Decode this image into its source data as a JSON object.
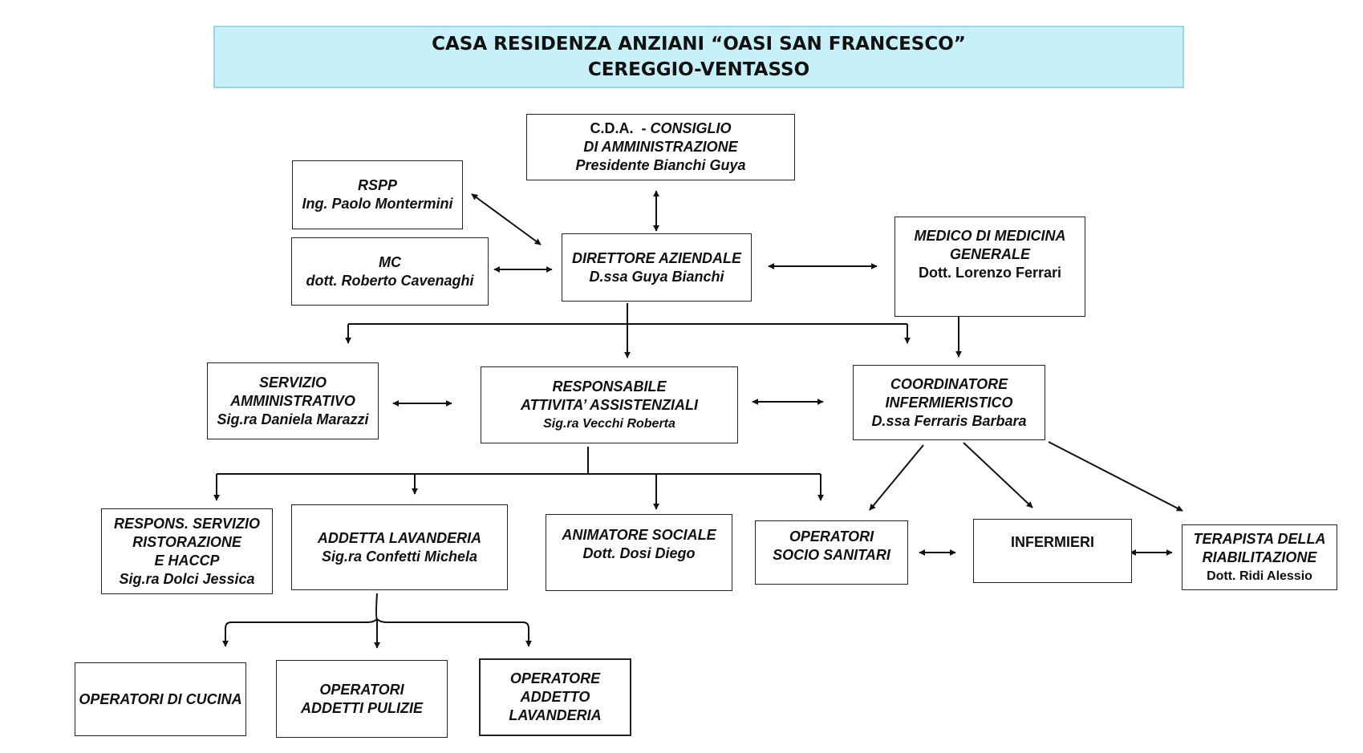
{
  "header": {
    "line1": "CASA RESIDENZA ANZIANI “OASI SAN FRANCESCO”",
    "line2": "CEREGGIO-VENTASSO"
  },
  "nodes": {
    "cda": {
      "line1": "C.D.A.",
      "line1b": "CONSIGLIO",
      "line2": "DI AMMINISTRAZIONE",
      "line3": "Presidente Bianchi Guya"
    },
    "rspp": {
      "line1": "RSPP",
      "line2": "Ing. Paolo Montermini"
    },
    "mc": {
      "line1": "MC",
      "line2": "dott. Roberto Cavenaghi"
    },
    "direttore": {
      "line1": "DIRETTORE AZIENDALE",
      "line2": "D.ssa Guya Bianchi"
    },
    "medico": {
      "line1": "MEDICO DI MEDICINA",
      "line2": "GENERALE",
      "line3": "Dott. Lorenzo Ferrari"
    },
    "servizio_amm": {
      "line1": "SERVIZIO",
      "line2": "AMMINISTRATIVO",
      "line3": "Sig.ra Daniela Marazzi"
    },
    "raa": {
      "line1": "RESPONSABILE",
      "line2": "ATTIVITA’ ASSISTENZIALI",
      "line3": "Sig.ra Vecchi Roberta"
    },
    "coordinatore": {
      "line1": "COORDINATORE",
      "line2": "INFERMIERISTICO",
      "line3": "D.ssa Ferraris Barbara"
    },
    "ristorazione": {
      "line1": "RESPONS. SERVIZIO",
      "line2": "RISTORAZIONE",
      "line3": "E HACCP",
      "line4": "Sig.ra  Dolci Jessica"
    },
    "lavanderia": {
      "line1": "ADDETTA LAVANDERIA",
      "line2": "Sig.ra Confetti Michela"
    },
    "animatore": {
      "line1": "ANIMATORE SOCIALE",
      "line2": "Dott. Dosi Diego"
    },
    "oss": {
      "line1": "OPERATORI",
      "line2": "SOCIO SANITARI"
    },
    "infermieri": {
      "line1": "INFERMIERI"
    },
    "terapista": {
      "line1": "TERAPISTA DELLA",
      "line2": "RIABILITAZIONE",
      "line3": "Dott. Ridi Alessio"
    },
    "cucina": {
      "line1": "OPERATORI DI CUCINA"
    },
    "pulizie": {
      "line1": "OPERATORI",
      "line2": "ADDETTI PULIZIE"
    },
    "op_lavanderia": {
      "line1": "OPERATORE",
      "line2": "ADDETTO",
      "line3": "LAVANDERIA"
    }
  },
  "colors": {
    "banner_fill": "#c8f0f8",
    "banner_border": "#9bd6e8",
    "line": "#111111"
  }
}
